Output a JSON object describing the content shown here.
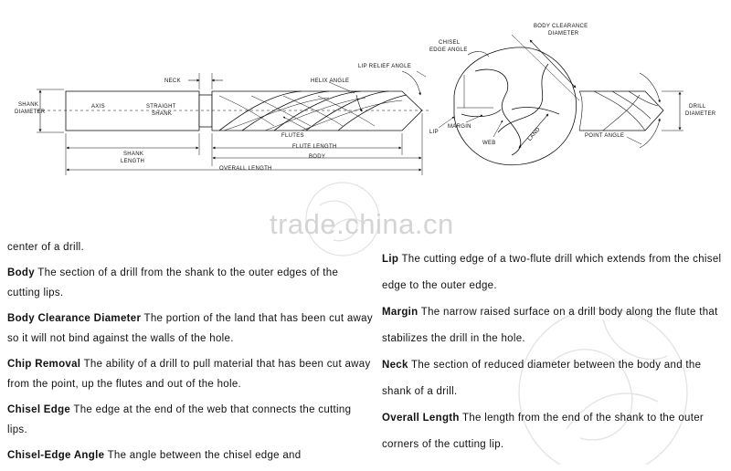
{
  "diagram": {
    "labels": {
      "shank_diameter_1": "SHANK",
      "shank_diameter_2": "DIAMETER",
      "axis": "AXIS",
      "straight_shank_1": "STRAIGHT",
      "straight_shank_2": "SHANK",
      "neck": "NECK",
      "helix_angle": "HELIX ANGLE",
      "lip_relief_angle": "LIP RELIEF ANGLE",
      "flutes": "FLUTES",
      "flute_length": "FLUTE LENGTH",
      "body": "BODY",
      "shank_length_1": "SHANK",
      "shank_length_2": "LENGTH",
      "overall_length": "OVERALL LENGTH",
      "chisel_edge_angle_1": "CHISEL",
      "chisel_edge_angle_2": "EDGE ANGLE",
      "body_clearance_1": "BODY CLEARANCE",
      "body_clearance_2": "DIAMETER",
      "margin": "MARGIN",
      "lip": "LIP",
      "web": "WEB",
      "land": "LAND",
      "point_angle": "POINT ANGLE",
      "drill_diameter_1": "DRILL",
      "drill_diameter_2": "DIAMETER"
    }
  },
  "watermark": "trade.china.cn",
  "glossary_left": {
    "fragment": "center of a drill.",
    "items": [
      {
        "term": "Body",
        "def": " The section of a drill from the shank to the outer edges of the cutting lips."
      },
      {
        "term": "Body Clearance Diameter",
        "def": " The portion of the land that has been cut away so it will not bind against the walls of the hole."
      },
      {
        "term": "Chip Removal",
        "def": " The ability of a drill to pull material that has been cut away from the point, up the flutes and out of the hole."
      },
      {
        "term": "Chisel Edge",
        "def": " The edge at the end of the web that connects the cutting lips."
      },
      {
        "term": "Chisel-Edge Angle",
        "def": " The angle between the chisel edge and"
      }
    ]
  },
  "glossary_right": {
    "items": [
      {
        "term": "Lip",
        "def": " The cutting edge of a two-flute drill which extends from the chisel edge to the outer edge."
      },
      {
        "term": "Margin",
        "def": " The narrow raised surface on a drill body along the flute that stabilizes the drill in the hole."
      },
      {
        "term": "Neck",
        "def": " The section of reduced diameter between the body and the shank of a drill."
      },
      {
        "term": "Overall Length",
        "def": " The length from the end of the shank to the outer corners of the cutting lip."
      }
    ]
  }
}
